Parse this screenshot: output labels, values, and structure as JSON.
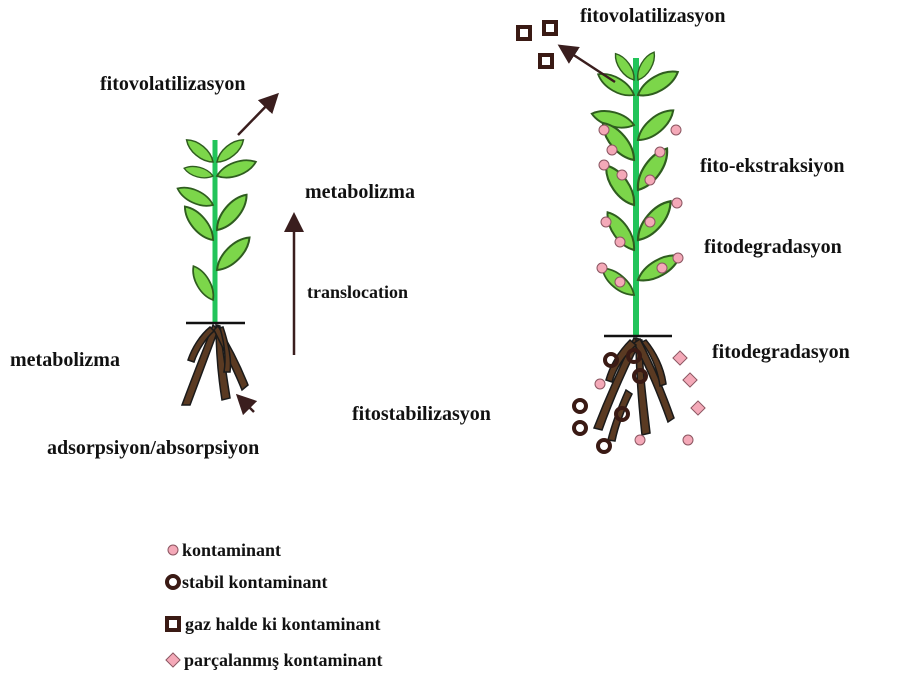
{
  "colors": {
    "leaf": "#7cd64a",
    "leaf_stroke": "#2f5d1f",
    "stem": "#22c45a",
    "root": "#5a3a22",
    "root_stroke": "#1a1a1a",
    "contaminant": "#f4a9b8",
    "stable": "#3a1a14",
    "arrow": "#3a1e1e"
  },
  "left_plant": {
    "label_top": "fitovolatilizasyon",
    "label_metabolism_upper": "metabolizma",
    "label_translocation": "translocation",
    "label_metabolism_root": "metabolizma",
    "label_bottom": "adsorpsiyon/absorpsiyon"
  },
  "right_plant": {
    "label_volatilization": "fitovolatilizasyon",
    "label_extraction": "fito-ekstraksiyon",
    "label_degradation_leaf": "fitodegradasyon",
    "label_degradation_root": "fitodegradasyon",
    "label_stabilization": "fitostabilizasyon"
  },
  "legend": {
    "items": [
      {
        "icon": "pink-circle-icon",
        "text": "kontaminant"
      },
      {
        "icon": "dark-ring-icon",
        "text": "stabil kontaminant"
      },
      {
        "icon": "dark-square-icon",
        "text": "gaz halde ki kontaminant"
      },
      {
        "icon": "pink-diamond-icon",
        "text": "parçalanmış kontaminant"
      }
    ]
  }
}
